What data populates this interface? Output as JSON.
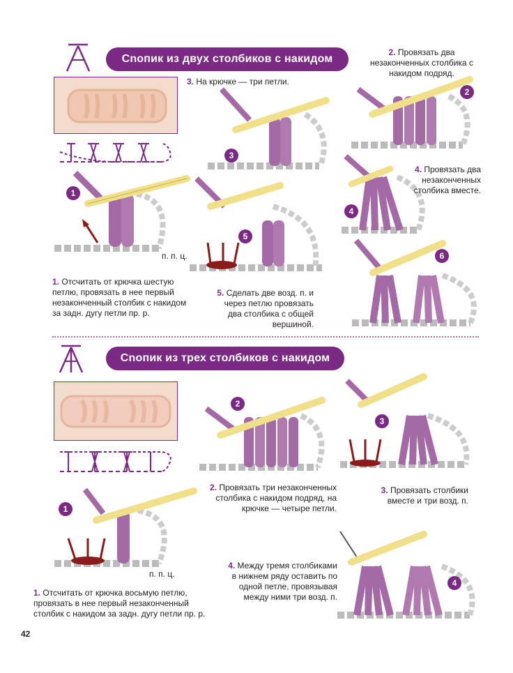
{
  "section1": {
    "title": "Сnопик из двух столбиков с накидом",
    "caption1_num": "1.",
    "caption1_text": "Отсчитать от крючка шестую  петлю, провязать в нее первый незаконченный столбик с накидом за задн. дугу петли пр. р.",
    "caption3_num": "3.",
    "caption3_text": "На крючке — три петли.",
    "caption2_num": "2.",
    "caption2_text": "Провязать два незаконченных столбика с накидом подряд.",
    "caption4_num": "4.",
    "caption4_text": "Провязать два незаконченных столбика вместе.",
    "caption5_num": "5.",
    "caption5_text": "Сделать две возд. п. и через петлю провязать два столбика с общей вершиной.",
    "label_ppc": "п. п. ц.",
    "step_labels": [
      "1",
      "2",
      "3",
      "4",
      "5",
      "6"
    ]
  },
  "section2": {
    "title": "Сnопик из трех столбиков с накидом",
    "caption1_num": "1.",
    "caption1_text": "Отсчитать от крючка восьмую петлю, провязать в нее первый незаконченный столбик с накидом за задн. дугу петли пр. р.",
    "caption2_num": "2.",
    "caption2_text": "Провязать три незаконченных столбика с накидом подряд, на крючке — четыре петли.",
    "caption3_num": "3.",
    "caption3_text": "Провязать столбики вместе и три возд. п.",
    "caption4_num": "4.",
    "caption4_text": "Между тремя столбиками в нижнем ряду оставить по одной петле, провязывая между ними три возд. п.",
    "label_ppc": "п. п. ц.",
    "step_labels": [
      "1",
      "2",
      "3",
      "4"
    ]
  },
  "page_number": "42",
  "colors": {
    "accent": "#7a2a82",
    "yarn": "#a46aa6",
    "hook": "#f1e08a",
    "arrow": "#8b1a1a"
  }
}
